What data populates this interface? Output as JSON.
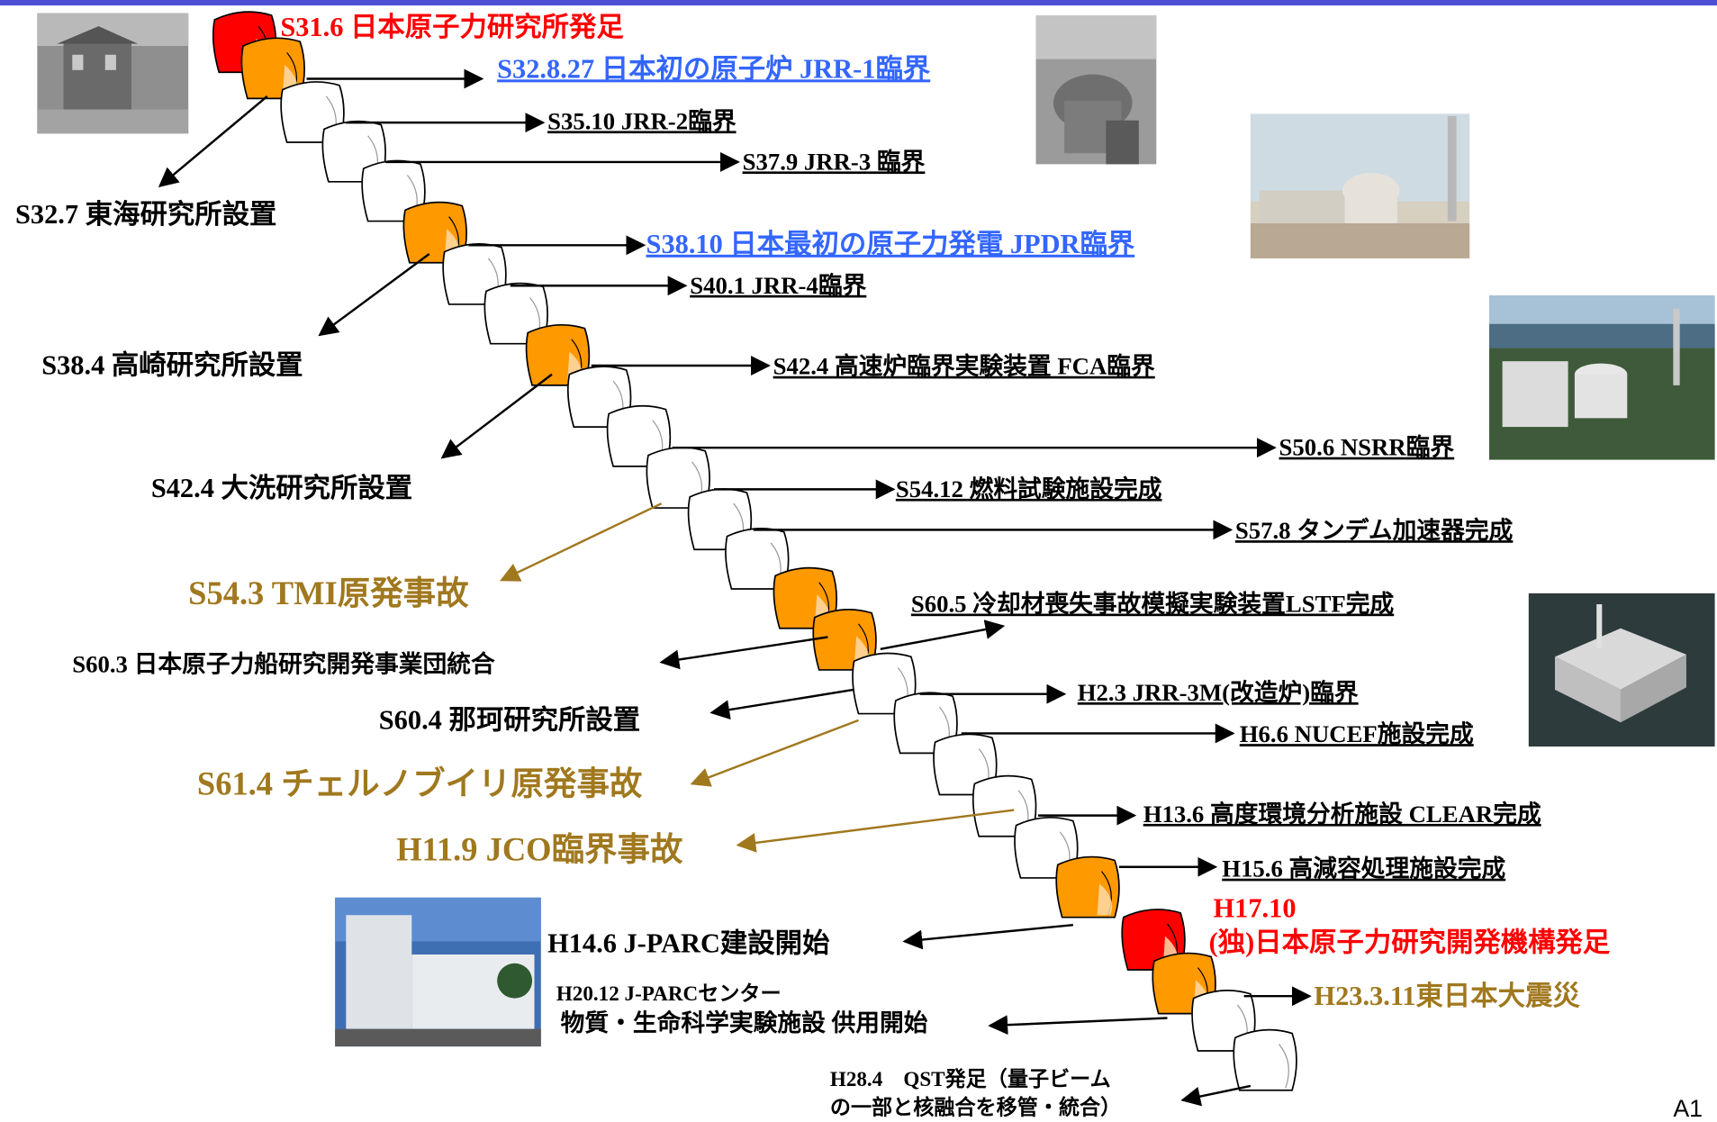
{
  "colors": {
    "orange": "#ff9900",
    "red": "#ff0000",
    "blue": "#3366ff",
    "gold": "#a0781e",
    "top_bar": "#4f4fd6"
  },
  "events": {
    "s31_6": "S31.6 日本原子力研究所発足",
    "s32_8_27": "S32.8.27 日本初の原子炉 JRR-1臨界",
    "s35_10": "S35.10 JRR-2臨界",
    "s37_9": "S37.9 JRR-3 臨界",
    "s32_7": "S32.7 東海研究所設置",
    "s38_10": "S38.10 日本最初の原子力発電 JPDR臨界",
    "s40_1": "S40.1 JRR-4臨界",
    "s38_4": "S38.4 高崎研究所設置",
    "s42_4_fca": "S42.4 高速炉臨界実験装置 FCA臨界",
    "s50_6": "S50.6 NSRR臨界",
    "s42_4_oarai": "S42.4 大洗研究所設置",
    "s54_12": "S54.12 燃料試験施設完成",
    "s57_8": "S57.8 タンデム加速器完成",
    "s54_3": "S54.3 TMI原発事故",
    "s60_5": "S60.5 冷却材喪失事故模擬実験装置LSTF完成",
    "s60_3": "S60.3 日本原子力船研究開発事業団統合",
    "h2_3": "H2.3 JRR-3M(改造炉)臨界",
    "s60_4": "S60.4 那珂研究所設置",
    "h6_6": "H6.6 NUCEF施設完成",
    "s61_4": "S61.4 チェルノブイリ原発事故",
    "h13_6": "H13.6 高度環境分析施設 CLEAR完成",
    "h11_9": "H11.9 JCO臨界事故",
    "h15_6": "H15.6 高減容処理施設完成",
    "h17_10_line1": "H17.10",
    "h17_10_line2": "(独)日本原子力研究開発機構発足",
    "h14_6": "H14.6 J-PARC建設開始",
    "h20_12_line1": "H20.12 J-PARCセンター",
    "h20_12_line2": "物質・生命科学実験施設 供用開始",
    "h23_3_11": "H23.3.11東日本大震災",
    "h28_4_line1": "H28.4　QST発足（量子ビーム",
    "h28_4_line2": "の一部と核融合を移管・統合）"
  },
  "page_number": "A1"
}
